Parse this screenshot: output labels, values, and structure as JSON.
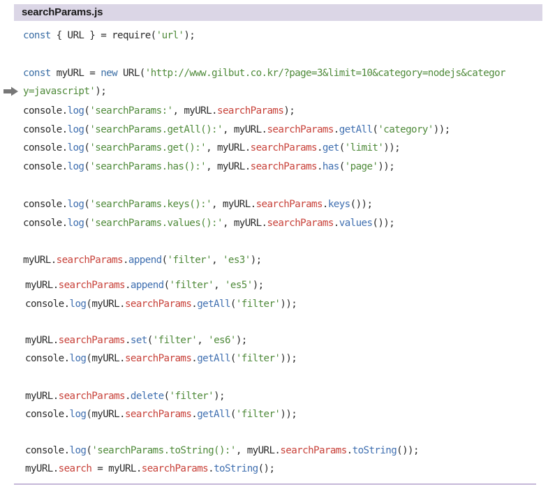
{
  "title": "searchParams.js",
  "colors": {
    "header_background": "#dbd6e6",
    "keyword": "#3b6ea5",
    "string": "#4f8a3a",
    "property": "#c8423a",
    "method": "#3f6fb0",
    "plain": "#2b2b2b",
    "rule": "#c5b7d8"
  },
  "icons": {
    "continuation": "line-wrap-arrow-icon"
  },
  "code_lines": [
    [
      {
        "t": "kw",
        "v": "const"
      },
      {
        "t": "plain",
        "v": " { URL } = "
      },
      {
        "t": "plain",
        "v": "require("
      },
      {
        "t": "str",
        "v": "'url'"
      },
      {
        "t": "plain",
        "v": ");"
      }
    ],
    [
      {
        "t": "kw",
        "v": "const"
      },
      {
        "t": "plain",
        "v": " myURL = "
      },
      {
        "t": "kw",
        "v": "new"
      },
      {
        "t": "plain",
        "v": " URL("
      },
      {
        "t": "str",
        "v": "'http://www.gilbut.co.kr/?page=3&limit=10&category=nodejs&categor"
      }
    ],
    [
      {
        "t": "str",
        "v": "y=javascript'"
      },
      {
        "t": "plain",
        "v": ");"
      }
    ],
    [
      {
        "t": "plain",
        "v": "console."
      },
      {
        "t": "fn",
        "v": "log"
      },
      {
        "t": "plain",
        "v": "("
      },
      {
        "t": "str",
        "v": "'searchParams:'"
      },
      {
        "t": "plain",
        "v": ", myURL."
      },
      {
        "t": "prop",
        "v": "searchParams"
      },
      {
        "t": "plain",
        "v": ");"
      }
    ],
    [
      {
        "t": "plain",
        "v": "console."
      },
      {
        "t": "fn",
        "v": "log"
      },
      {
        "t": "plain",
        "v": "("
      },
      {
        "t": "str",
        "v": "'searchParams.getAll():'"
      },
      {
        "t": "plain",
        "v": ", myURL."
      },
      {
        "t": "prop",
        "v": "searchParams"
      },
      {
        "t": "plain",
        "v": "."
      },
      {
        "t": "fn",
        "v": "getAll"
      },
      {
        "t": "plain",
        "v": "("
      },
      {
        "t": "str",
        "v": "'category'"
      },
      {
        "t": "plain",
        "v": "));"
      }
    ],
    [
      {
        "t": "plain",
        "v": "console."
      },
      {
        "t": "fn",
        "v": "log"
      },
      {
        "t": "plain",
        "v": "("
      },
      {
        "t": "str",
        "v": "'searchParams.get():'"
      },
      {
        "t": "plain",
        "v": ", myURL."
      },
      {
        "t": "prop",
        "v": "searchParams"
      },
      {
        "t": "plain",
        "v": "."
      },
      {
        "t": "fn",
        "v": "get"
      },
      {
        "t": "plain",
        "v": "("
      },
      {
        "t": "str",
        "v": "'limit'"
      },
      {
        "t": "plain",
        "v": "));"
      }
    ],
    [
      {
        "t": "plain",
        "v": "console."
      },
      {
        "t": "fn",
        "v": "log"
      },
      {
        "t": "plain",
        "v": "("
      },
      {
        "t": "str",
        "v": "'searchParams.has():'"
      },
      {
        "t": "plain",
        "v": ", myURL."
      },
      {
        "t": "prop",
        "v": "searchParams"
      },
      {
        "t": "plain",
        "v": "."
      },
      {
        "t": "fn",
        "v": "has"
      },
      {
        "t": "plain",
        "v": "("
      },
      {
        "t": "str",
        "v": "'page'"
      },
      {
        "t": "plain",
        "v": "));"
      }
    ],
    [
      {
        "t": "plain",
        "v": "console."
      },
      {
        "t": "fn",
        "v": "log"
      },
      {
        "t": "plain",
        "v": "("
      },
      {
        "t": "str",
        "v": "'searchParams.keys():'"
      },
      {
        "t": "plain",
        "v": ", myURL."
      },
      {
        "t": "prop",
        "v": "searchParams"
      },
      {
        "t": "plain",
        "v": "."
      },
      {
        "t": "fn",
        "v": "keys"
      },
      {
        "t": "plain",
        "v": "());"
      }
    ],
    [
      {
        "t": "plain",
        "v": "console."
      },
      {
        "t": "fn",
        "v": "log"
      },
      {
        "t": "plain",
        "v": "("
      },
      {
        "t": "str",
        "v": "'searchParams.values():'"
      },
      {
        "t": "plain",
        "v": ", myURL."
      },
      {
        "t": "prop",
        "v": "searchParams"
      },
      {
        "t": "plain",
        "v": "."
      },
      {
        "t": "fn",
        "v": "values"
      },
      {
        "t": "plain",
        "v": "());"
      }
    ],
    [
      {
        "t": "plain",
        "v": "myURL."
      },
      {
        "t": "prop",
        "v": "searchParams"
      },
      {
        "t": "plain",
        "v": "."
      },
      {
        "t": "fn",
        "v": "append"
      },
      {
        "t": "plain",
        "v": "("
      },
      {
        "t": "str",
        "v": "'filter'"
      },
      {
        "t": "plain",
        "v": ", "
      },
      {
        "t": "str",
        "v": "'es3'"
      },
      {
        "t": "plain",
        "v": ");"
      }
    ],
    [
      {
        "t": "plain",
        "v": "myURL."
      },
      {
        "t": "prop",
        "v": "searchParams"
      },
      {
        "t": "plain",
        "v": "."
      },
      {
        "t": "fn",
        "v": "append"
      },
      {
        "t": "plain",
        "v": "("
      },
      {
        "t": "str",
        "v": "'filter'"
      },
      {
        "t": "plain",
        "v": ", "
      },
      {
        "t": "str",
        "v": "'es5'"
      },
      {
        "t": "plain",
        "v": ");"
      }
    ],
    [
      {
        "t": "plain",
        "v": "console."
      },
      {
        "t": "fn",
        "v": "log"
      },
      {
        "t": "plain",
        "v": "(myURL."
      },
      {
        "t": "prop",
        "v": "searchParams"
      },
      {
        "t": "plain",
        "v": "."
      },
      {
        "t": "fn",
        "v": "getAll"
      },
      {
        "t": "plain",
        "v": "("
      },
      {
        "t": "str",
        "v": "'filter'"
      },
      {
        "t": "plain",
        "v": "));"
      }
    ],
    [
      {
        "t": "plain",
        "v": "myURL."
      },
      {
        "t": "prop",
        "v": "searchParams"
      },
      {
        "t": "plain",
        "v": "."
      },
      {
        "t": "fn",
        "v": "set"
      },
      {
        "t": "plain",
        "v": "("
      },
      {
        "t": "str",
        "v": "'filter'"
      },
      {
        "t": "plain",
        "v": ", "
      },
      {
        "t": "str",
        "v": "'es6'"
      },
      {
        "t": "plain",
        "v": ");"
      }
    ],
    [
      {
        "t": "plain",
        "v": "console."
      },
      {
        "t": "fn",
        "v": "log"
      },
      {
        "t": "plain",
        "v": "(myURL."
      },
      {
        "t": "prop",
        "v": "searchParams"
      },
      {
        "t": "plain",
        "v": "."
      },
      {
        "t": "fn",
        "v": "getAll"
      },
      {
        "t": "plain",
        "v": "("
      },
      {
        "t": "str",
        "v": "'filter'"
      },
      {
        "t": "plain",
        "v": "));"
      }
    ],
    [
      {
        "t": "plain",
        "v": "myURL."
      },
      {
        "t": "prop",
        "v": "searchParams"
      },
      {
        "t": "plain",
        "v": "."
      },
      {
        "t": "fn",
        "v": "delete"
      },
      {
        "t": "plain",
        "v": "("
      },
      {
        "t": "str",
        "v": "'filter'"
      },
      {
        "t": "plain",
        "v": ");"
      }
    ],
    [
      {
        "t": "plain",
        "v": "console."
      },
      {
        "t": "fn",
        "v": "log"
      },
      {
        "t": "plain",
        "v": "(myURL."
      },
      {
        "t": "prop",
        "v": "searchParams"
      },
      {
        "t": "plain",
        "v": "."
      },
      {
        "t": "fn",
        "v": "getAll"
      },
      {
        "t": "plain",
        "v": "("
      },
      {
        "t": "str",
        "v": "'filter'"
      },
      {
        "t": "plain",
        "v": "));"
      }
    ],
    [
      {
        "t": "plain",
        "v": "console."
      },
      {
        "t": "fn",
        "v": "log"
      },
      {
        "t": "plain",
        "v": "("
      },
      {
        "t": "str",
        "v": "'searchParams.toString():'"
      },
      {
        "t": "plain",
        "v": ", myURL."
      },
      {
        "t": "prop",
        "v": "searchParams"
      },
      {
        "t": "plain",
        "v": "."
      },
      {
        "t": "fn",
        "v": "toString"
      },
      {
        "t": "plain",
        "v": "());"
      }
    ],
    [
      {
        "t": "plain",
        "v": "myURL."
      },
      {
        "t": "prop",
        "v": "search"
      },
      {
        "t": "plain",
        "v": " = myURL."
      },
      {
        "t": "prop",
        "v": "searchParams"
      },
      {
        "t": "plain",
        "v": "."
      },
      {
        "t": "fn",
        "v": "toString"
      },
      {
        "t": "plain",
        "v": "();"
      }
    ]
  ]
}
